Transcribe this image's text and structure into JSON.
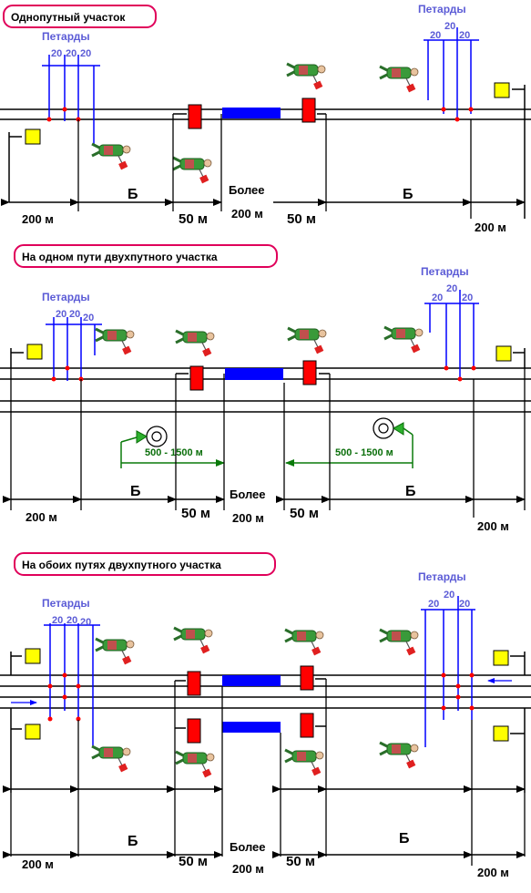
{
  "colors": {
    "title_border": "#e0005a",
    "petard": "#0000ff",
    "petard_label": "#5b5bd6",
    "petard_dot": "#ff0000",
    "signal_stop": "#ff0000",
    "signal_warn": "#ffff00",
    "work_zone": "#0000ff",
    "horn_line": "#0a7a0a",
    "rail": "#000000"
  },
  "icons": [
    "worker-with-flag-icon",
    "horn-icon",
    "warning-signal-icon",
    "stop-signal-icon"
  ],
  "panels": [
    {
      "title": "Однопутный участок",
      "petards_left": "Петарды",
      "petards_right": "Петарды",
      "gap": "20",
      "dist_200": "200 м",
      "dist_50": "50 м",
      "b": "Б",
      "bolee": "Более"
    },
    {
      "title": "На одном пути двухпутного участка",
      "petards_left": "Петарды",
      "petards_right": "Петарды",
      "gap": "20",
      "dist_200": "200 м",
      "dist_50": "50 м",
      "b": "Б",
      "bolee": "Более",
      "horn_range": "500 - 1500 м"
    },
    {
      "title": "На обоих путях двухпутного участка",
      "petards_left": "Петарды",
      "petards_right": "Петарды",
      "gap": "20",
      "dist_200": "200 м",
      "dist_50": "50 м",
      "b": "Б",
      "bolee": "Более"
    }
  ]
}
